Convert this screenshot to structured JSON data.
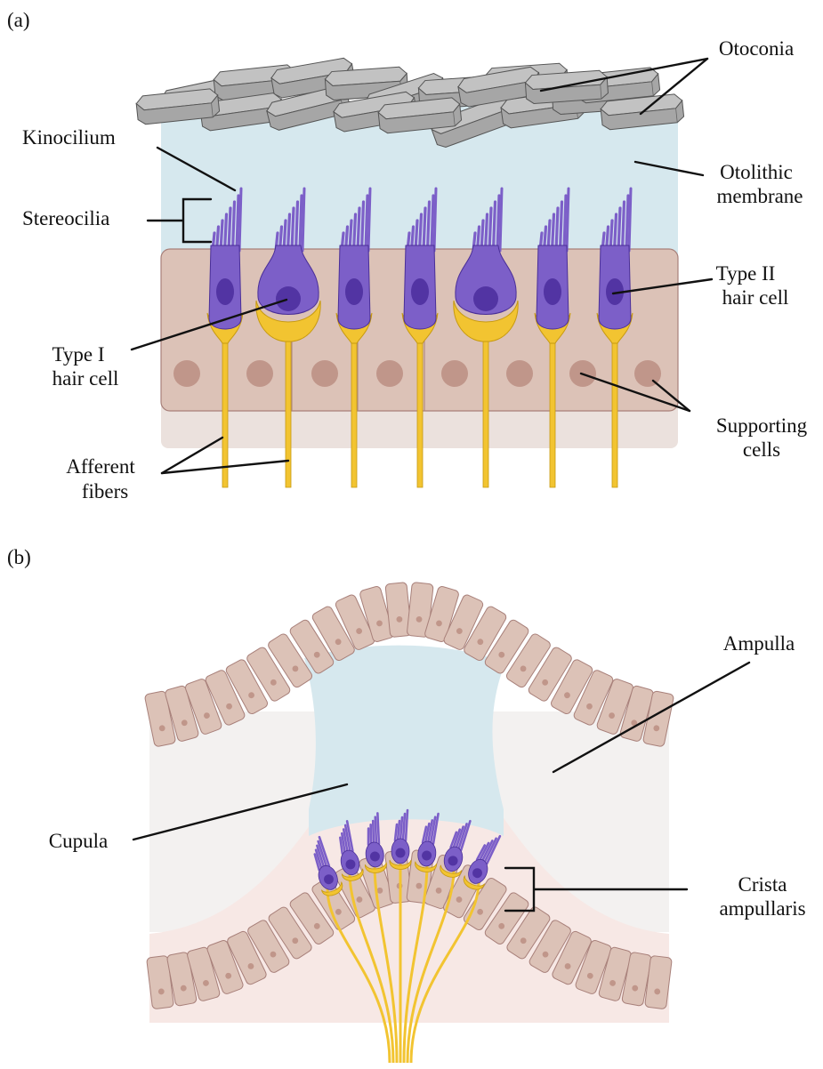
{
  "panel_a": {
    "tag": "(a)",
    "labels": {
      "otoconia": "Otoconia",
      "kinocilium": "Kinocilium",
      "stereocilia": "Stereocilia",
      "otolithic_1": "Otolithic",
      "otolithic_2": "membrane",
      "type2_1": "Type II",
      "type2_2": "hair cell",
      "type1_1": "Type I",
      "type1_2": "hair cell",
      "supporting_1": "Supporting",
      "supporting_2": "cells",
      "afferent_1": "Afferent",
      "afferent_2": "fibers"
    }
  },
  "panel_b": {
    "tag": "(b)",
    "labels": {
      "ampulla": "Ampulla",
      "cupula": "Cupula",
      "crista_1": "Crista",
      "crista_2": "ampullaris"
    }
  },
  "colors": {
    "membrane": "#d6e8ee",
    "supporting_cell": "#dcc2b7",
    "supporting_nucleus": "#c0968a",
    "hair_cell": "#7c5fc8",
    "hair_nucleus": "#5234a3",
    "afferent": "#f2c431",
    "otoconia": "#a6a6a6",
    "ampulla_fluid": "#f3f1f0"
  }
}
